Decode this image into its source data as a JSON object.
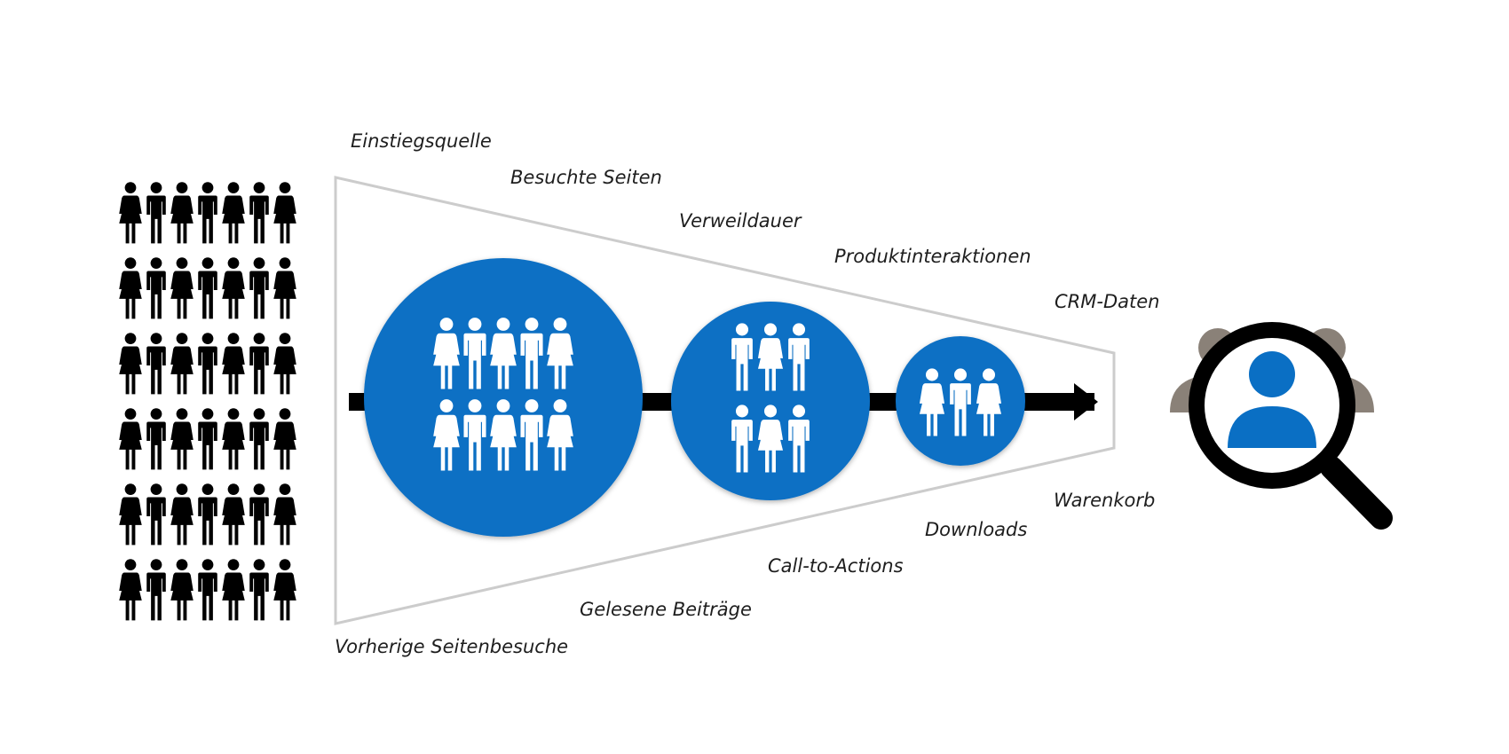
{
  "labels_top": [
    "Einstiegsquelle",
    "Besuchte Seiten",
    "Verweildauer",
    "Produktinteraktionen",
    "CRM-Daten"
  ],
  "labels_bottom": [
    "Vorherige Seitenbesuche",
    "Gelesene Beiträge",
    "Call-to-Actions",
    "Downloads",
    "Warenkorb"
  ],
  "crowd": {
    "rows": 6,
    "per_row": 7,
    "color": "#000000"
  },
  "segments": [
    {
      "people": 10,
      "rows": 2
    },
    {
      "people": 6,
      "rows": 2
    },
    {
      "people": 3,
      "rows": 1
    }
  ],
  "icons": {
    "crowd": "people-crowd-icon",
    "group": "people-group-icon",
    "arrow": "arrow-right-icon",
    "target": "magnifier-user-icon"
  },
  "colors": {
    "circle": "#0a6fc4",
    "funnel_stroke": "#cccccc",
    "arrow": "#000000",
    "people_in_circle": "#ffffff",
    "background_users": "#8a8178",
    "focus_user": "#0a6fc4"
  }
}
